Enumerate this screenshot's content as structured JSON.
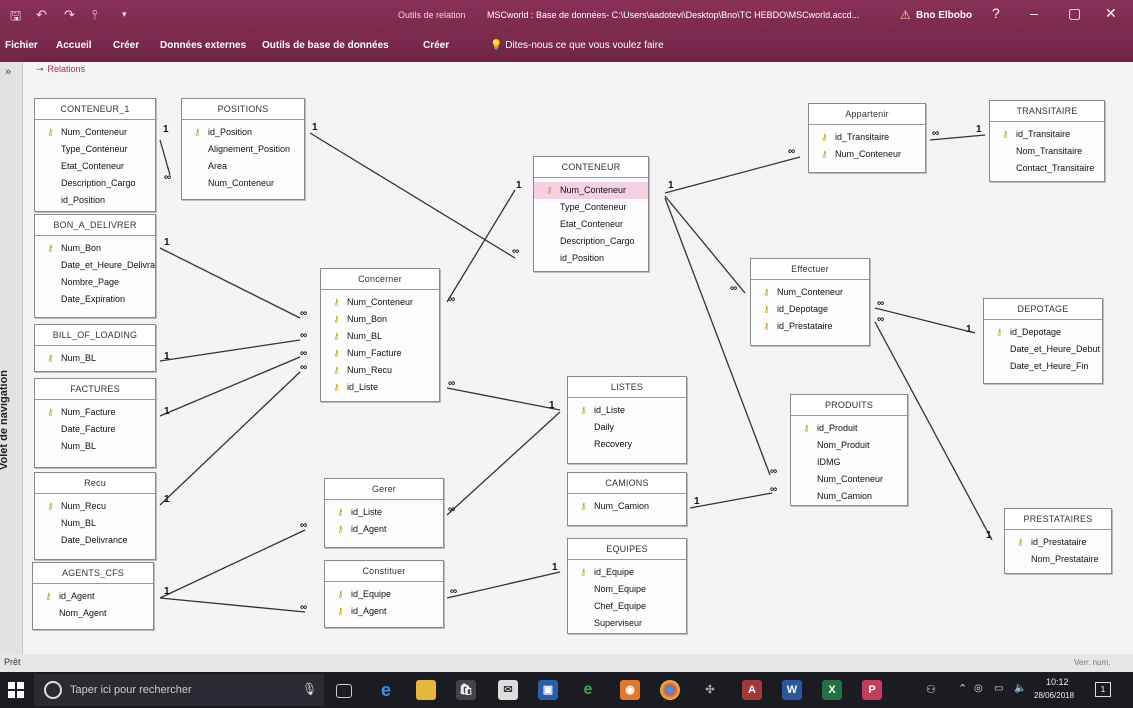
{
  "window": {
    "context_label": "Outils de relation",
    "title": "MSCworld : Base de données- C:\\Users\\aadotevi\\Desktop\\Bno\\TC HEBDO\\MSCworld.accd...",
    "warning_icon": "warning-icon",
    "user": "Bno Elbobo",
    "help": "?",
    "minimize": "–",
    "restore": "▢",
    "close": "✕"
  },
  "ribbon": {
    "tabs": [
      "Fichier",
      "Accueil",
      "Créer",
      "Données externes",
      "Outils de base de données",
      "Créer"
    ],
    "tellme": "Dites-nous ce que vous voulez faire"
  },
  "nav": {
    "chevron": "»",
    "label": "Volet de navigation"
  },
  "doc_tab": {
    "label": "Relations"
  },
  "cardinality": {
    "one": "1",
    "many": "∞"
  },
  "tables": {
    "conteneur_1": {
      "title": "CONTENEUR_1",
      "fields": [
        "Num_Conteneur",
        "Type_Conteneur",
        "Etat_Conteneur",
        "Description_Cargo",
        "id_Position"
      ]
    },
    "positions": {
      "title": "POSITIONS",
      "fields": [
        "id_Position",
        "Alignement_Position",
        "Area",
        "Num_Conteneur"
      ]
    },
    "bon_a_delivrer": {
      "title": "BON_A_DELIVRER",
      "fields": [
        "Num_Bon",
        "Date_et_Heure_Delivrance",
        "Nombre_Page",
        "Date_Expiration"
      ]
    },
    "bill_of_loading": {
      "title": "BILL_OF_LOADING",
      "fields": [
        "Num_BL"
      ]
    },
    "factures": {
      "title": "FACTURES",
      "fields": [
        "Num_Facture",
        "Date_Facture",
        "Num_BL"
      ]
    },
    "recu": {
      "title": "Recu",
      "fields": [
        "Num_Recu",
        "Num_BL",
        "Date_Delivrance"
      ]
    },
    "agents_cfs": {
      "title": "AGENTS_CFS",
      "fields": [
        "id_Agent",
        "Nom_Agent"
      ]
    },
    "concerner": {
      "title": "Concerner",
      "fields": [
        "Num_Conteneur",
        "Num_Bon",
        "Num_BL",
        "Num_Facture",
        "Num_Recu",
        "id_Liste"
      ]
    },
    "gerer": {
      "title": "Gerer",
      "fields": [
        "id_Liste",
        "id_Agent"
      ]
    },
    "constituer": {
      "title": "Constituer",
      "fields": [
        "id_Equipe",
        "id_Agent"
      ]
    },
    "conteneur": {
      "title": "CONTENEUR",
      "fields": [
        "Num_Conteneur",
        "Type_Conteneur",
        "Etat_Conteneur",
        "Description_Cargo",
        "id_Position"
      ]
    },
    "listes": {
      "title": "LISTES",
      "fields": [
        "id_Liste",
        "Daily",
        "Recovery"
      ]
    },
    "camions": {
      "title": "CAMIONS",
      "fields": [
        "Num_Camion"
      ]
    },
    "equipes": {
      "title": "EQUIPES",
      "fields": [
        "id_Equipe",
        "Nom_Equipe",
        "Chef_Equipe",
        "Superviseur"
      ]
    },
    "appartenir": {
      "title": "Appartenir",
      "fields": [
        "id_Transitaire",
        "Num_Conteneur"
      ]
    },
    "transitaire": {
      "title": "TRANSITAIRE",
      "fields": [
        "id_Transitaire",
        "Nom_Transitaire",
        "Contact_Transitaire"
      ]
    },
    "effectuer": {
      "title": "Effectuer",
      "fields": [
        "Num_Conteneur",
        "id_Depotage",
        "id_Prestataire"
      ]
    },
    "depotage": {
      "title": "DEPOTAGE",
      "fields": [
        "id_Depotage",
        "Date_et_Heure_Debut",
        "Date_et_Heure_Fin"
      ]
    },
    "produits": {
      "title": "PRODUITS",
      "fields": [
        "id_Produit",
        "Nom_Produit",
        "IDMG",
        "Num_Conteneur",
        "Num_Camion"
      ]
    },
    "prestataires": {
      "title": "PRESTATAIRES",
      "fields": [
        "id_Prestataire",
        "Nom_Prestataire"
      ]
    }
  },
  "status": {
    "left": "Prêt",
    "right": "Verr. num."
  },
  "taskbar": {
    "search_placeholder": "Taper ici pour rechercher",
    "time": "10:12",
    "date": "28/06/2018",
    "notification_count": "1",
    "apps": [
      "task-view-icon",
      "edge-icon",
      "file-explorer-icon",
      "store-icon",
      "mail-icon",
      "photos-icon",
      "ie-icon",
      "app-icon",
      "chrome-icon",
      "terminal-icon",
      "access-icon",
      "word-icon",
      "excel-icon",
      "powerpoint-icon"
    ]
  },
  "colors": {
    "titlebar": "#7e2c50",
    "selected_field": "#f5d0e2",
    "key": "#c9a400",
    "access_brand": "#a4373a"
  }
}
